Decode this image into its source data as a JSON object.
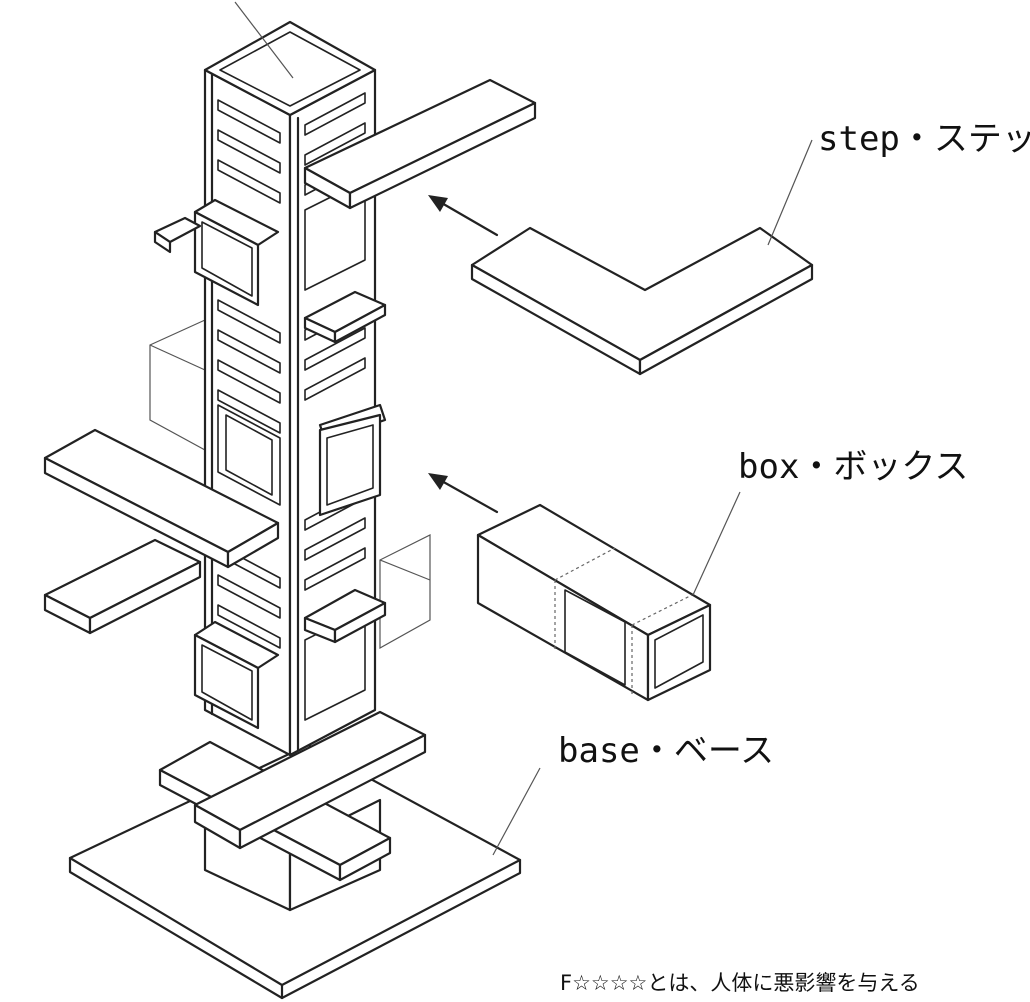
{
  "labels": {
    "step": "step・ステップ",
    "box": "box・ボックス",
    "base": "base・ベース"
  },
  "footnote": "F☆☆☆☆とは、人体に悪影響を与える"
}
